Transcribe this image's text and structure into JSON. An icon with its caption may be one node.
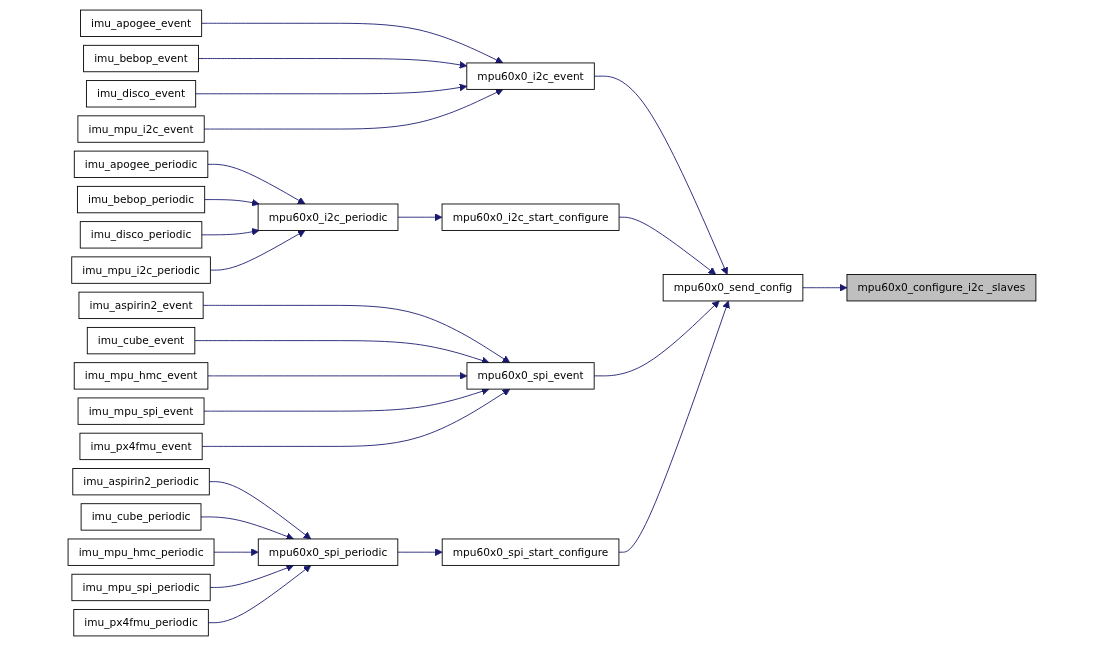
{
  "diagram": {
    "nodes": [
      {
        "text": [
          "mpu60x0_configure_i2c _slaves"
        ]
      },
      {
        "text": [
          "mpu60x0_send_config"
        ]
      },
      {
        "text": [
          "mpu60x0_i2c_event"
        ]
      },
      {
        "text": [
          "mpu60x0_i2c_start_configure"
        ]
      },
      {
        "text": [
          "mpu60x0_spi_event"
        ]
      },
      {
        "text": [
          "mpu60x0_spi_start_configure"
        ]
      },
      {
        "text": [
          "mpu60x0_i2c_periodic"
        ]
      },
      {
        "text": [
          "mpu60x0_spi_periodic"
        ]
      },
      {
        "text": [
          "imu_apogee_event"
        ]
      },
      {
        "text": [
          "imu_bebop_event"
        ]
      },
      {
        "text": [
          "imu_disco_event"
        ]
      },
      {
        "text": [
          "imu_mpu_i2c_event"
        ]
      },
      {
        "text": [
          "imu_apogee_periodic"
        ]
      },
      {
        "text": [
          "imu_bebop_periodic"
        ]
      },
      {
        "text": [
          "imu_disco_periodic"
        ]
      },
      {
        "text": [
          "imu_mpu_i2c_periodic"
        ]
      },
      {
        "text": [
          "imu_aspirin2_event"
        ]
      },
      {
        "text": [
          "imu_cube_event"
        ]
      },
      {
        "text": [
          "imu_mpu_hmc_event"
        ]
      },
      {
        "text": [
          "imu_mpu_spi_event"
        ]
      },
      {
        "text": [
          "imu_px4fmu_event"
        ]
      },
      {
        "text": [
          "imu_aspirin2_periodic"
        ]
      },
      {
        "text": [
          "imu_cube_periodic"
        ]
      },
      {
        "text": [
          "imu_mpu_hmc_periodic"
        ]
      },
      {
        "text": [
          "imu_mpu_spi_periodic"
        ]
      },
      {
        "text": [
          "imu_px4fmu_periodic"
        ]
      }
    ],
    "edges": [
      {
        "from": 1,
        "to": 0,
        "arrow": "to"
      },
      {
        "from": 2,
        "to": 1,
        "arrow": "to"
      },
      {
        "from": 3,
        "to": 1,
        "arrow": "to"
      },
      {
        "from": 4,
        "to": 1,
        "arrow": "to"
      },
      {
        "from": 5,
        "to": 1,
        "arrow": "to"
      },
      {
        "from": 8,
        "to": 2,
        "arrow": "to"
      },
      {
        "from": 9,
        "to": 2,
        "arrow": "to"
      },
      {
        "from": 10,
        "to": 2,
        "arrow": "to"
      },
      {
        "from": 11,
        "to": 2,
        "arrow": "to"
      },
      {
        "from": 6,
        "to": 3,
        "arrow": "to"
      },
      {
        "from": 12,
        "to": 6,
        "arrow": "to"
      },
      {
        "from": 13,
        "to": 6,
        "arrow": "to"
      },
      {
        "from": 14,
        "to": 6,
        "arrow": "to"
      },
      {
        "from": 15,
        "to": 6,
        "arrow": "to"
      },
      {
        "from": 16,
        "to": 4,
        "arrow": "to"
      },
      {
        "from": 17,
        "to": 4,
        "arrow": "to"
      },
      {
        "from": 18,
        "to": 4,
        "arrow": "to"
      },
      {
        "from": 19,
        "to": 4,
        "arrow": "to"
      },
      {
        "from": 20,
        "to": 4,
        "arrow": "to"
      },
      {
        "from": 7,
        "to": 5,
        "arrow": "to"
      },
      {
        "from": 21,
        "to": 7,
        "arrow": "to"
      },
      {
        "from": 22,
        "to": 7,
        "arrow": "to"
      },
      {
        "from": 23,
        "to": 7,
        "arrow": "to"
      },
      {
        "from": 24,
        "to": 7,
        "arrow": "to"
      },
      {
        "from": 25,
        "to": 7,
        "arrow": "to"
      }
    ]
  }
}
